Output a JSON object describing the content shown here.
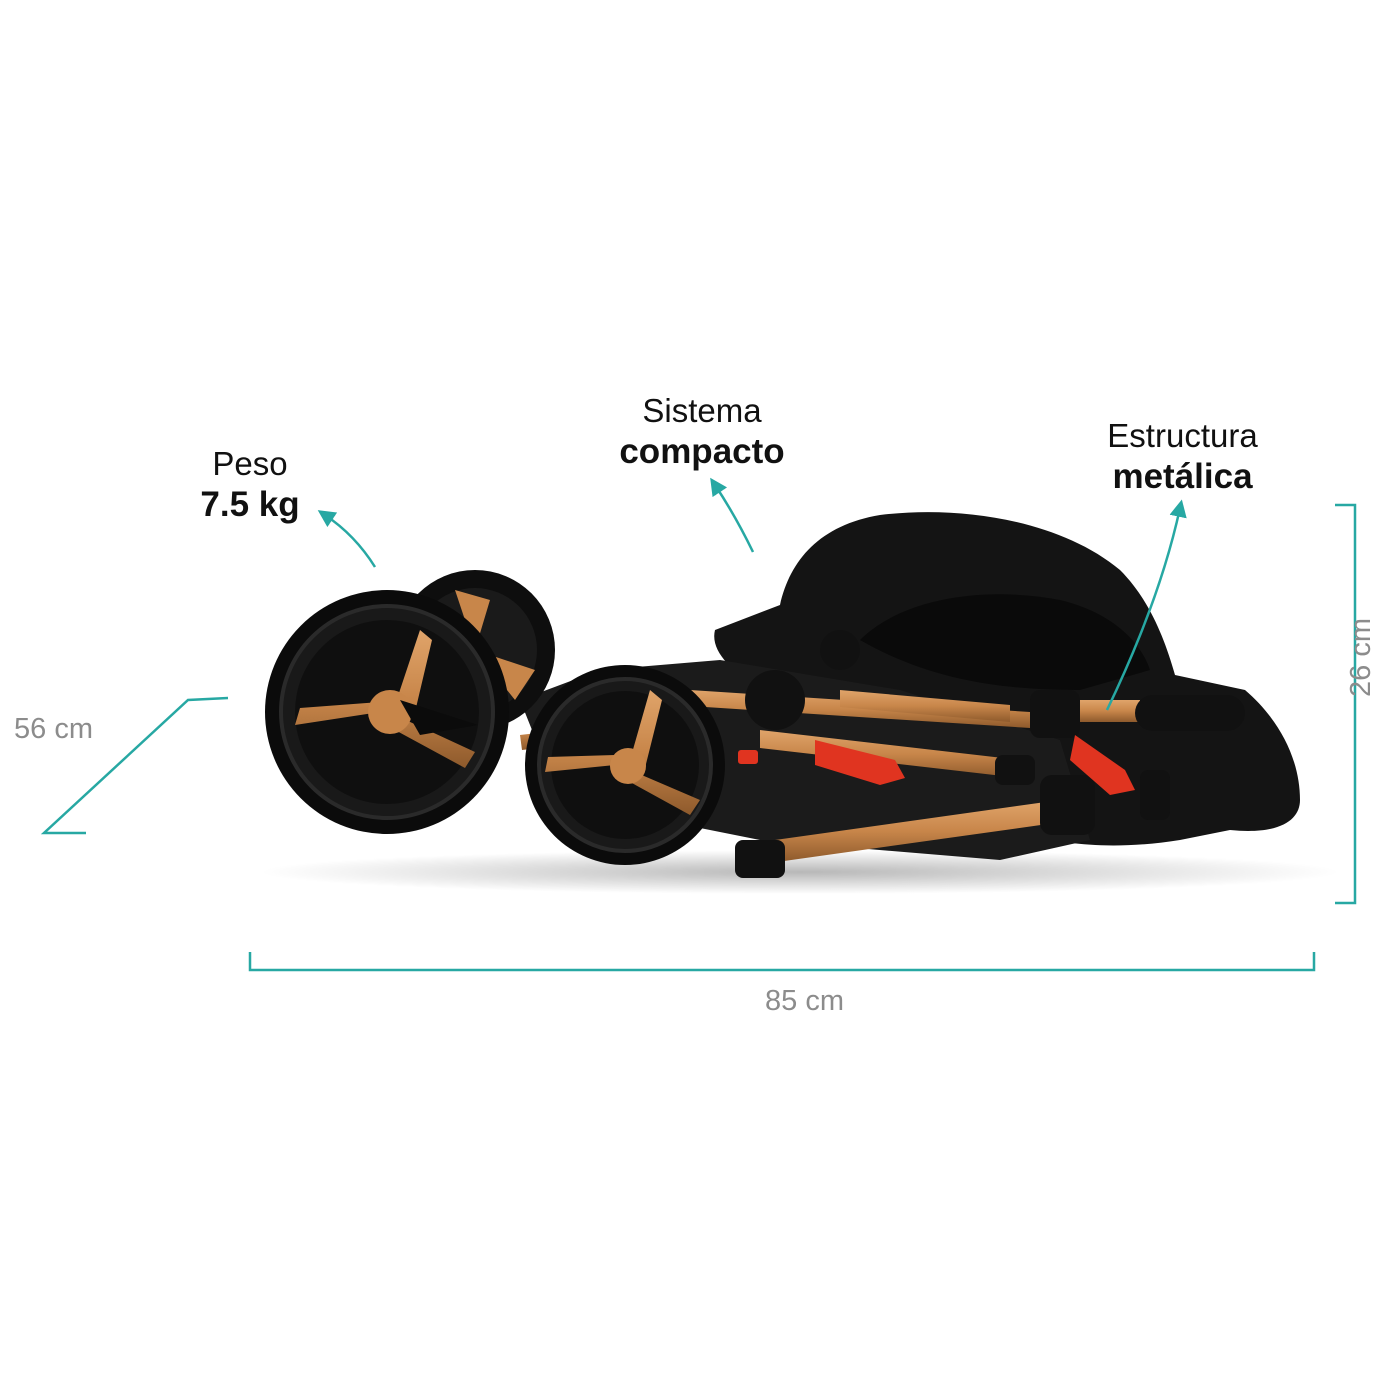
{
  "features": {
    "weight": {
      "line1": "Peso",
      "line2": "7.5 kg"
    },
    "fold": {
      "line1": "Sistema",
      "line2": "compacto"
    },
    "frame": {
      "line1": "Estructura",
      "line2": "metálica"
    }
  },
  "dimensions": {
    "width": "85 cm",
    "depth": "56 cm",
    "height": "26 cm"
  },
  "colors": {
    "accent": "#27a8a3",
    "dimension_text": "#8c8c8c",
    "frame_copper": "#c8864a",
    "fabric": "#141414",
    "brake_red": "#e03420"
  },
  "product": {
    "name": "folded-stroller",
    "icon": "stroller-photo"
  }
}
